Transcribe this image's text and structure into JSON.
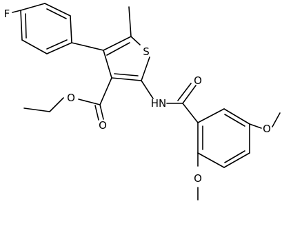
{
  "labels": {
    "fluorine": "F",
    "sulfur": "S",
    "ester_carbonyl_oxygen": "O",
    "ester_ether_oxygen": "O",
    "amide_nitrogen": "HN",
    "amide_oxygen": "O",
    "methoxy_oxygen_top": "O",
    "methoxy_oxygen_bottom": "O"
  }
}
